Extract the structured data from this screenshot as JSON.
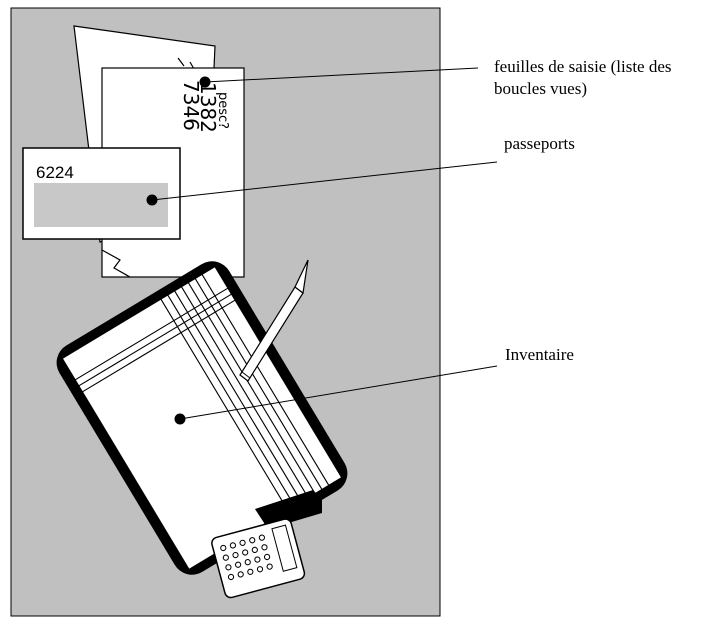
{
  "labels": {
    "feuilles": "feuilles de saisie (liste des",
    "feuilles_line2": "boucles vues)",
    "passeports": "passeports",
    "inventaire": "Inventaire"
  },
  "passport_number": "6224",
  "handwritten_numbers": [
    "1382",
    "7346"
  ],
  "handwritten_partial": "pesc?",
  "colors": {
    "table_gray": "#c0c0c0",
    "passport_bar": "#c8c8c8",
    "ink": "#000000",
    "paper": "#ffffff"
  }
}
